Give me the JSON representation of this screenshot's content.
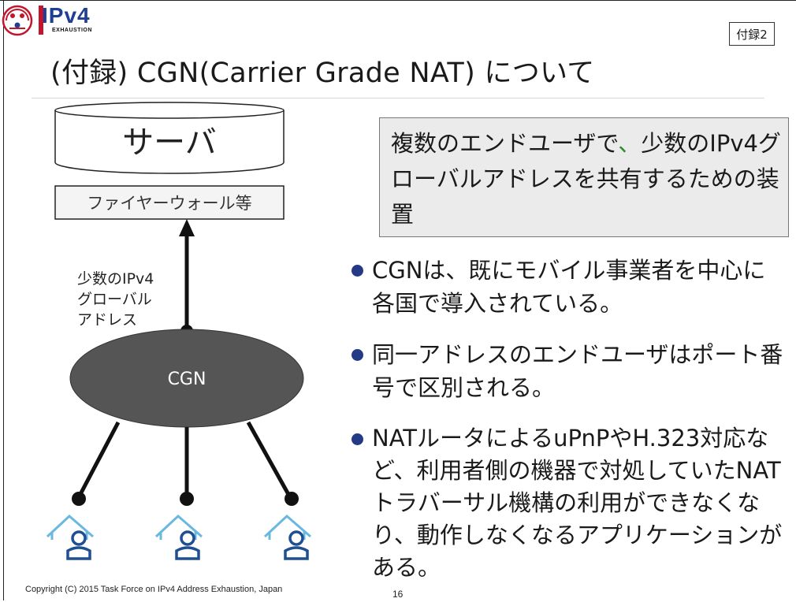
{
  "logo": {
    "brand": "IPv4",
    "tagline": "EXHAUSTION"
  },
  "badge": "付録2",
  "title": "(付録) CGN(Carrier Grade NAT) について",
  "diagram": {
    "server_label": "サーバ",
    "firewall_label": "ファイヤーウォール等",
    "address_label_lines": [
      "少数のIPv4",
      "グローバル",
      "アドレス"
    ],
    "cgn_label": "CGN",
    "colors": {
      "cgn_fill": "#555555",
      "house": "#6ab8e0",
      "user": "#1f4f93"
    }
  },
  "highlight": {
    "before_comma": "複数のエンドユーザで",
    "comma": "、",
    "after_comma": "少数のIPv4グローバルアドレスを共有するための装置"
  },
  "bullets": [
    "CGNは、既にモバイル事業者を中心に各国で導入されている。",
    "同一アドレスのエンドユーザはポート番号で区別される。",
    "NATルータによるuPnPやH.323対応など、利用者側の機器で対処していたNATトラバーサル機構の利用ができなくなり、動作しなくなるアプリケーションがある。"
  ],
  "footer": {
    "copyright": "Copyright (C) 2015 Task Force on IPv4 Address Exhaustion, Japan",
    "page": "16"
  }
}
